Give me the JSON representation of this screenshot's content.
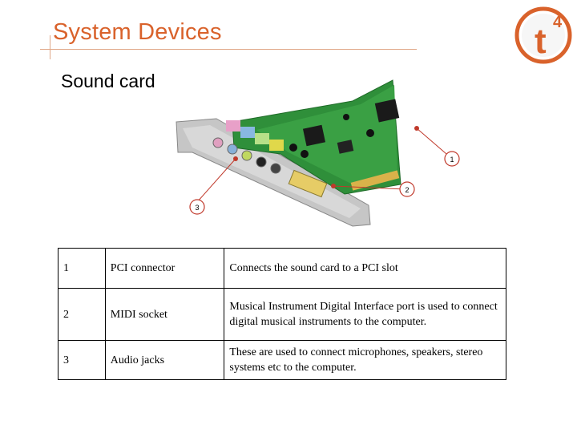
{
  "slide": {
    "title": "System Devices",
    "subtitle": "Sound card",
    "accent_color": "#d9622b"
  },
  "logo": {
    "icon": "t4-logo-icon",
    "letter": "t",
    "superscript": "4"
  },
  "figure": {
    "icon": "sound-card-image",
    "callouts": [
      "1",
      "2",
      "3"
    ]
  },
  "table": {
    "rows": [
      {
        "num": "1",
        "name": "PCI connector",
        "desc": "Connects the sound card to a PCI slot"
      },
      {
        "num": "2",
        "name": "MIDI socket",
        "desc": "Musical Instrument Digital Interface port is used to connect digital musical instruments to the computer."
      },
      {
        "num": "3",
        "name": "Audio jacks",
        "desc": "These are used to connect microphones, speakers, stereo systems etc to the computer."
      }
    ]
  }
}
